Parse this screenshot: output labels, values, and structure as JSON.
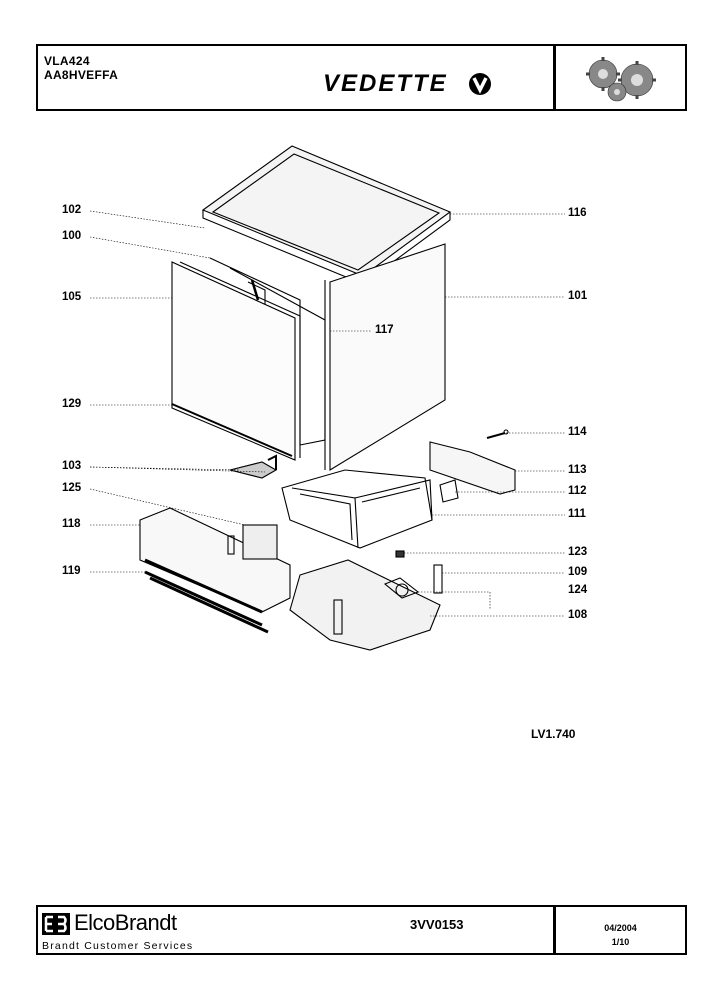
{
  "header": {
    "model_line1": "VLA424",
    "model_line2": "AA8HVEFFA",
    "brand": "VEDETTE"
  },
  "callouts": {
    "c102": "102",
    "c100": "100",
    "c105": "105",
    "c129": "129",
    "c103": "103",
    "c125": "125",
    "c118": "118",
    "c119": "119",
    "c116": "116",
    "c101": "101",
    "c117": "117",
    "c114": "114",
    "c113": "113",
    "c112": "112",
    "c111": "111",
    "c123": "123",
    "c109": "109",
    "c124": "124",
    "c108": "108"
  },
  "doc_ref": "LV1.740",
  "footer": {
    "company": "ElcoBrandt",
    "services": "Brandt Customer Services",
    "part_number": "3VV0153",
    "date": "04/2004",
    "page": "1/10"
  }
}
